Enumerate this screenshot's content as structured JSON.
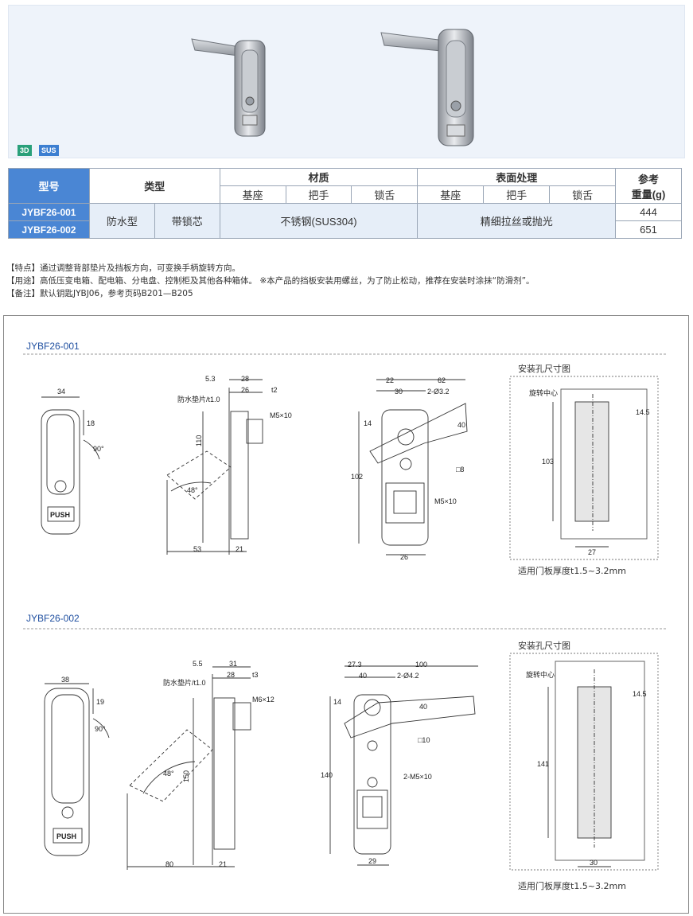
{
  "badges": {
    "b3d": "3D",
    "sus": "SUS"
  },
  "table": {
    "h_model": "型号",
    "h_type": "类型",
    "h_material": "材质",
    "h_surface": "表面处理",
    "h_weight_1": "参考",
    "h_weight_2": "重量(g)",
    "sub_base": "基座",
    "sub_handle": "把手",
    "sub_tongue": "锁舌",
    "rows": [
      {
        "model": "JYBF26-001",
        "weight": "444"
      },
      {
        "model": "JYBF26-002",
        "weight": "651"
      }
    ],
    "type_1": "防水型",
    "type_2": "带锁芯",
    "material": "不锈钢(SUS304)",
    "surface": "精细拉丝或抛光"
  },
  "notes": {
    "features": "【特点】通过调整背部垫片及挡板方向，可变换手柄旋转方向。",
    "usage": "【用途】高低压变电箱、配电箱、分电盘、控制柜及其他各种箱体。 ※本产品的挡板安装用螺丝，为了防止松动，推荐在安装时涂抹“防滑剂”。",
    "remark": "【备注】默认钥匙JYBJ06，参考页码B201—B205"
  },
  "drawings": {
    "s1": {
      "title": "JYBF26-001",
      "hole_title": "安装孔尺寸图",
      "hole_note": "适用门板厚度t1.5~3.2mm",
      "d": {
        "w34": "34",
        "r18": "18",
        "a90": "90°",
        "push": "PUSH",
        "s53": "5.3",
        "s28": "28",
        "s26": "26",
        "t2": "t2",
        "gasket": "防水垫片/t1.0",
        "m510": "M5×10",
        "h110": "110",
        "a48": "48°",
        "b53": "53",
        "b21": "21",
        "f22": "22",
        "f62": "62",
        "f30": "30",
        "d32": "2-Ø3.2",
        "f14": "14",
        "f40": "40",
        "h102": "102",
        "sq8": "□8",
        "fm": "M5×10",
        "f26": "26",
        "center": "旋转中心",
        "h145": "14.5",
        "h103": "103",
        "w27": "27"
      }
    },
    "s2": {
      "title": "JYBF26-002",
      "hole_title": "安装孔尺寸图",
      "hole_note": "适用门板厚度t1.5~3.2mm",
      "d": {
        "w38": "38",
        "r19": "19",
        "a90": "90°",
        "push": "PUSH",
        "s55": "5.5",
        "s31": "31",
        "s28": "28",
        "t3": "t3",
        "gasket": "防水垫片/t1.0",
        "m612": "M6×12",
        "h150": "150",
        "a48": "48°",
        "b80": "80",
        "b21": "21",
        "f273": "27.3",
        "f100": "100",
        "f40": "40",
        "d42": "2-Ø4.2",
        "f14": "14",
        "f40b": "40",
        "h140": "140",
        "sq10": "□10",
        "fm": "2-M5×10",
        "f29": "29",
        "center": "旋转中心",
        "h145": "14.5",
        "h141": "141",
        "w30": "30"
      }
    }
  }
}
